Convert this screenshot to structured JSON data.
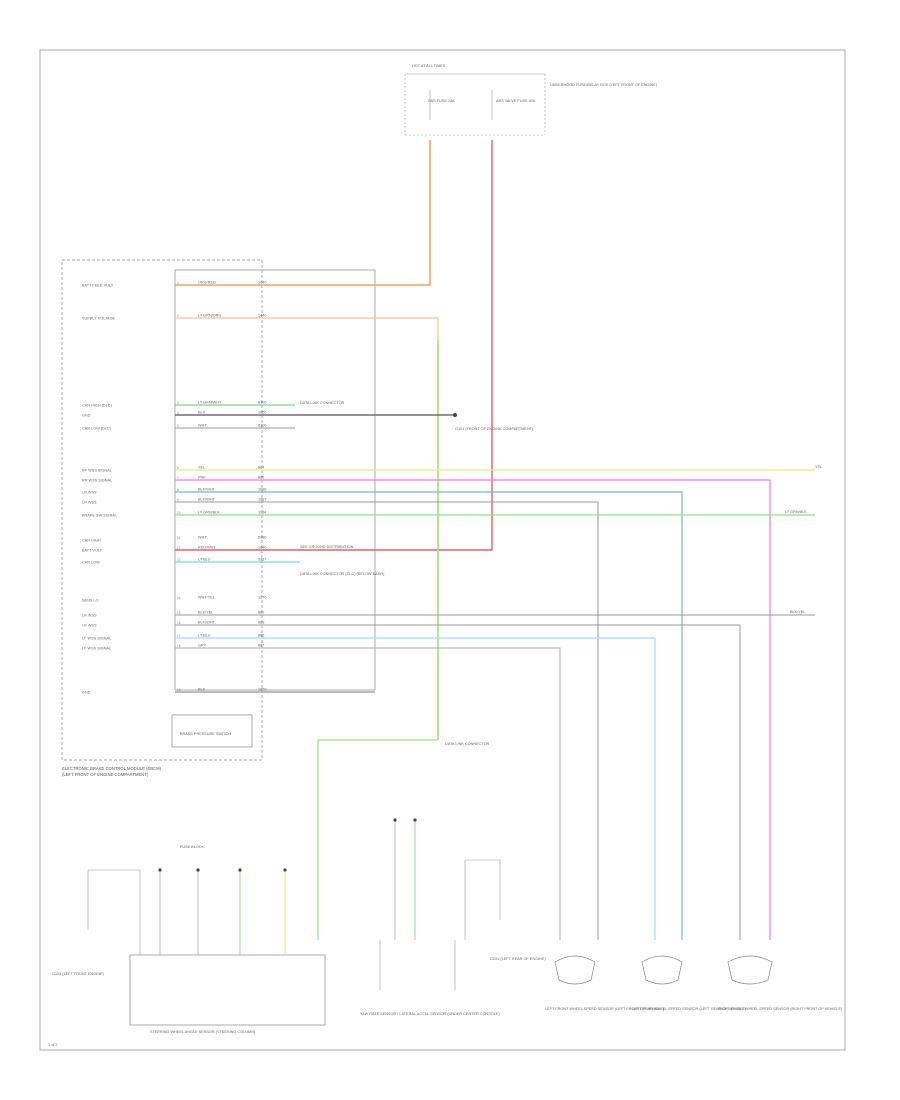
{
  "module_title": "ELECTRONIC BRAKE CONTROL MODULE (EBCM)",
  "module_subtitle": "(LEFT FRONT OF ENGINE COMPARTMENT)",
  "fuse_block": {
    "title": "HOT AT ALL TIMES",
    "fuse1": "ABS FUSE 20A",
    "fuse2": "ABS VALVE FUSE 40A",
    "caption": "UNDERHOOD FUSE/RELAY BOX (LEFT FRONT OF ENGINE)"
  },
  "pins_left": [
    "BATT FEED VOLT",
    "SUPPLY VOLTAGE",
    "CAN HIGH (DLC)",
    "GND",
    "CAN LOW (DLC)",
    "RF WSS SIGNAL",
    "RR WSS SIGNAL",
    "LR WSS",
    "LR WSS",
    "BRAKE SW SIGNAL",
    "CAN HIGH",
    "BATT VOLT",
    "CAN LOW",
    "SENS LO",
    "LR WSS",
    "LR WSS",
    "LF WSS SIGNAL",
    "LF WSS SIGNAL",
    "GND"
  ],
  "wire_colors": [
    "ORG/RED",
    "LT GRN/ORG",
    "LT GRN/WHT",
    "BLK",
    "WHT",
    "YEL",
    "PNK",
    "BLK/WHT",
    "BLK/WHT",
    "LT GRN/BLK",
    "WHT",
    "RED/WHT",
    "LT BLU",
    "WHT/YEL",
    "BLK/YEL",
    "BLK/WHT",
    "LT BLU",
    "GRY",
    "BLK"
  ],
  "circuit_numbers": [
    "1040",
    "1440",
    "6105",
    "1850",
    "6106",
    "884",
    "885",
    "1686",
    "1687",
    "1134",
    "5986",
    "1840",
    "5987",
    "1276",
    "882",
    "883",
    "886",
    "887",
    "1850"
  ],
  "connector_refs": {
    "data_link": "DATA LINK CONNECTOR",
    "g_ref": "SEE GROUND DISTRIBUTION",
    "ground_point": "G101 (FRONT OF ENGINE COMPARTMENT)",
    "dlc_note": "DATA LINK CONNECTOR (DLC) (BELOW DASH)"
  },
  "offpage_labels": [
    "YEL",
    "LT GRN/BLK",
    "BLK/YEL"
  ],
  "bottom": {
    "steering_sensor": "STEERING WHEEL ANGLE SENSOR (STEERING COLUMN)",
    "yaw_sensor": "YAW RATE SENSOR / LATERAL ACCEL SENSOR (UNDER CENTER CONSOLE)",
    "lf_wss": "LEFT FRONT WHEEL SPEED SENSOR (LEFT FRONT OF VEHICLE)",
    "lr_wss": "LEFT REAR WHEEL SPEED SENSOR (LEFT REAR OF VEHICLE)",
    "rf_wss": "RIGHT FRONT WHEEL SPEED SENSOR (RIGHT FRONT OF VEHICLE)",
    "g1": "G104 (LEFT FRONT ENGINE)",
    "g2": "G201 (LEFT REAR OF ENGINE)",
    "brake_sw": "BRAKE PRESSURE SWITCH",
    "data_link_top": "DATA LINK CONNECTOR",
    "fuse_note": "FUSE BLOCK"
  },
  "page_number": "1 of 2"
}
